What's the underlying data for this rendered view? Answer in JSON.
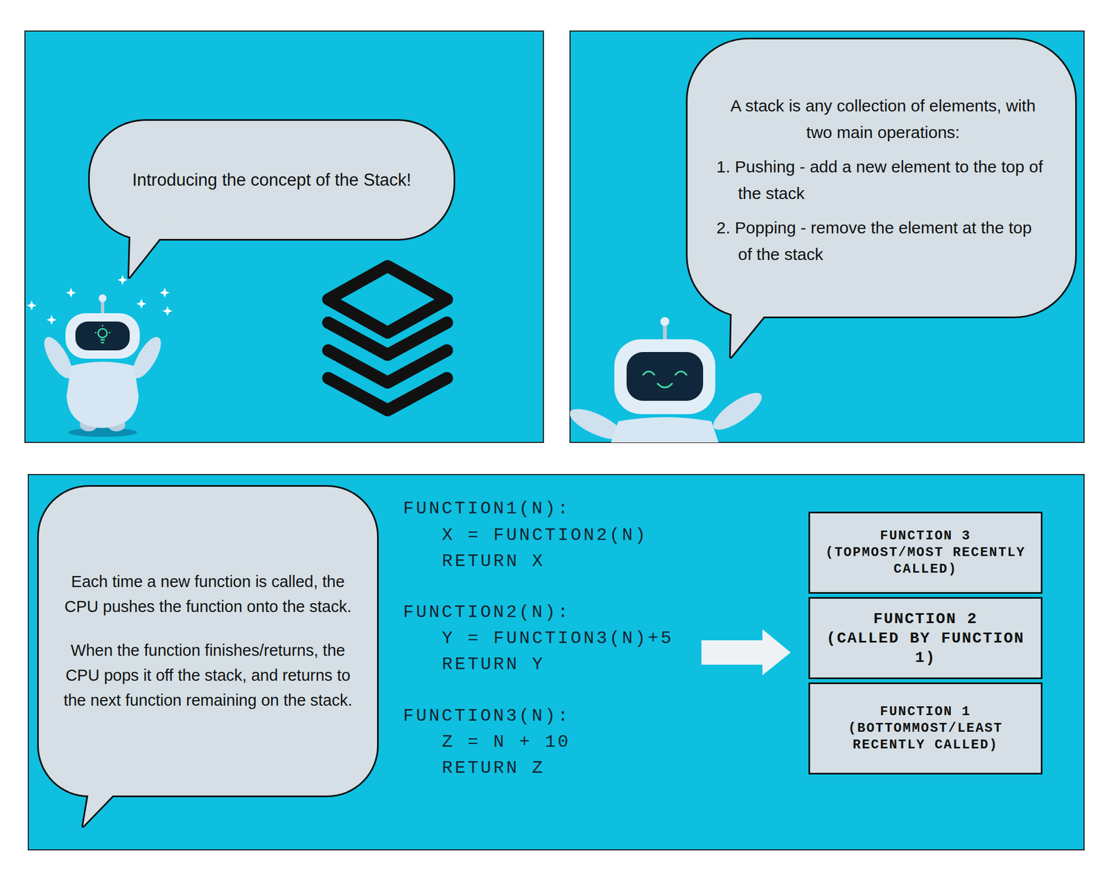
{
  "diagram": {
    "nodes": [
      {
        "text": [
          "Introducing the concept of the Stack!"
        ]
      },
      {
        "text": [
          "A stack is any collection of elements, with two main operations:",
          "1. Pushing - add a new element to the top of the stack",
          "2. Popping - remove the element at the top of the stack"
        ]
      },
      {
        "text": [
          "Each time a new function is called, the CPU pushes the function onto the stack.",
          "When the function finishes/returns, the CPU pops it off the stack, and returns to the next function remaining on the stack."
        ]
      },
      {
        "text": [
          "FUNCTION 3",
          "(TOPMOST/MOST RECENTLY CALLED)"
        ]
      },
      {
        "text": [
          "FUNCTION 2",
          "(CALLED BY FUNCTION 1)"
        ]
      },
      {
        "text": [
          "FUNCTION 1",
          "(BOTTOMMOST/LEAST RECENTLY CALLED)"
        ]
      }
    ],
    "labels": [
      "FUNCTION1(N):",
      "X = FUNCTION2(N)",
      "RETURN X",
      "FUNCTION2(N):",
      "Y = FUNCTION3(N)+5",
      "RETURN Y",
      "FUNCTION3(N):",
      "Z = N + 10",
      "RETURN Z"
    ]
  }
}
